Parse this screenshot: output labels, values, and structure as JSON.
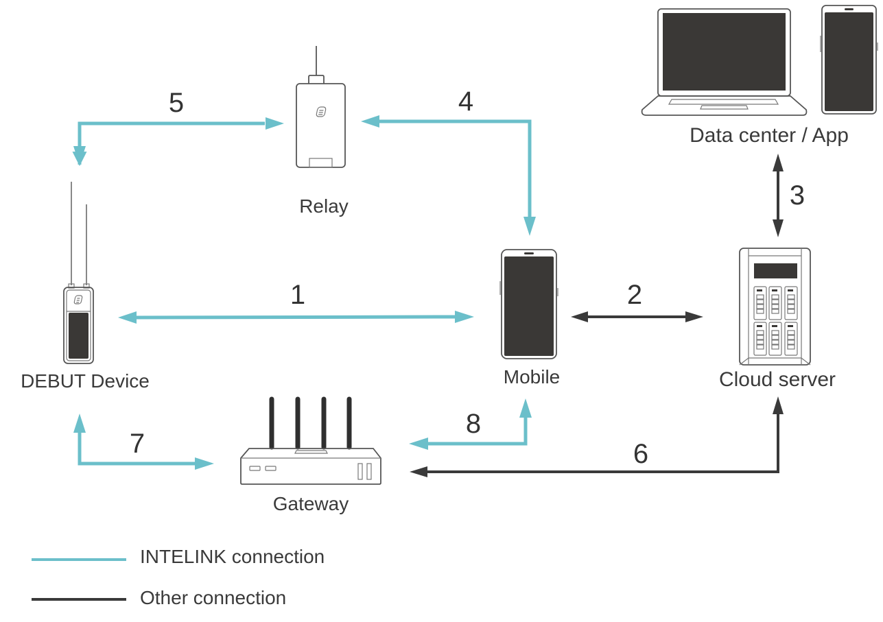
{
  "colors": {
    "intelink": "#6bbfca",
    "other": "#3a3a3a",
    "device_screen": "#3a3836"
  },
  "nodes": {
    "debut_device": {
      "label": "DEBUT Device",
      "icon": "handheld-radio-device-icon"
    },
    "relay": {
      "label": "Relay",
      "icon": "relay-device-icon"
    },
    "mobile": {
      "label": "Mobile",
      "icon": "smartphone-icon"
    },
    "cloud_server": {
      "label": "Cloud server",
      "icon": "server-rack-icon"
    },
    "data_center": {
      "label": "Data center / App",
      "icon": "laptop-and-phone-icon"
    },
    "gateway": {
      "label": "Gateway",
      "icon": "router-gateway-icon"
    }
  },
  "connections": [
    {
      "id": "1",
      "label": "1",
      "from": "DEBUT Device",
      "to": "Mobile",
      "type": "INTELINK",
      "direction": "bidirectional"
    },
    {
      "id": "2",
      "label": "2",
      "from": "Mobile",
      "to": "Cloud server",
      "type": "Other",
      "direction": "bidirectional"
    },
    {
      "id": "3",
      "label": "3",
      "from": "Cloud server",
      "to": "Data center / App",
      "type": "Other",
      "direction": "bidirectional"
    },
    {
      "id": "4",
      "label": "4",
      "from": "Relay",
      "to": "Mobile",
      "type": "INTELINK",
      "direction": "bidirectional"
    },
    {
      "id": "5",
      "label": "5",
      "from": "DEBUT Device",
      "to": "Relay",
      "type": "INTELINK",
      "direction": "bidirectional"
    },
    {
      "id": "6",
      "label": "6",
      "from": "Gateway",
      "to": "Cloud server",
      "type": "Other",
      "direction": "bidirectional"
    },
    {
      "id": "7",
      "label": "7",
      "from": "DEBUT Device",
      "to": "Gateway",
      "type": "INTELINK",
      "direction": "bidirectional"
    },
    {
      "id": "8",
      "label": "8",
      "from": "Gateway",
      "to": "Mobile",
      "type": "INTELINK",
      "direction": "bidirectional"
    }
  ],
  "legend": [
    {
      "label": "INTELINK connection",
      "type": "INTELINK"
    },
    {
      "label": "Other connection",
      "type": "Other"
    }
  ]
}
